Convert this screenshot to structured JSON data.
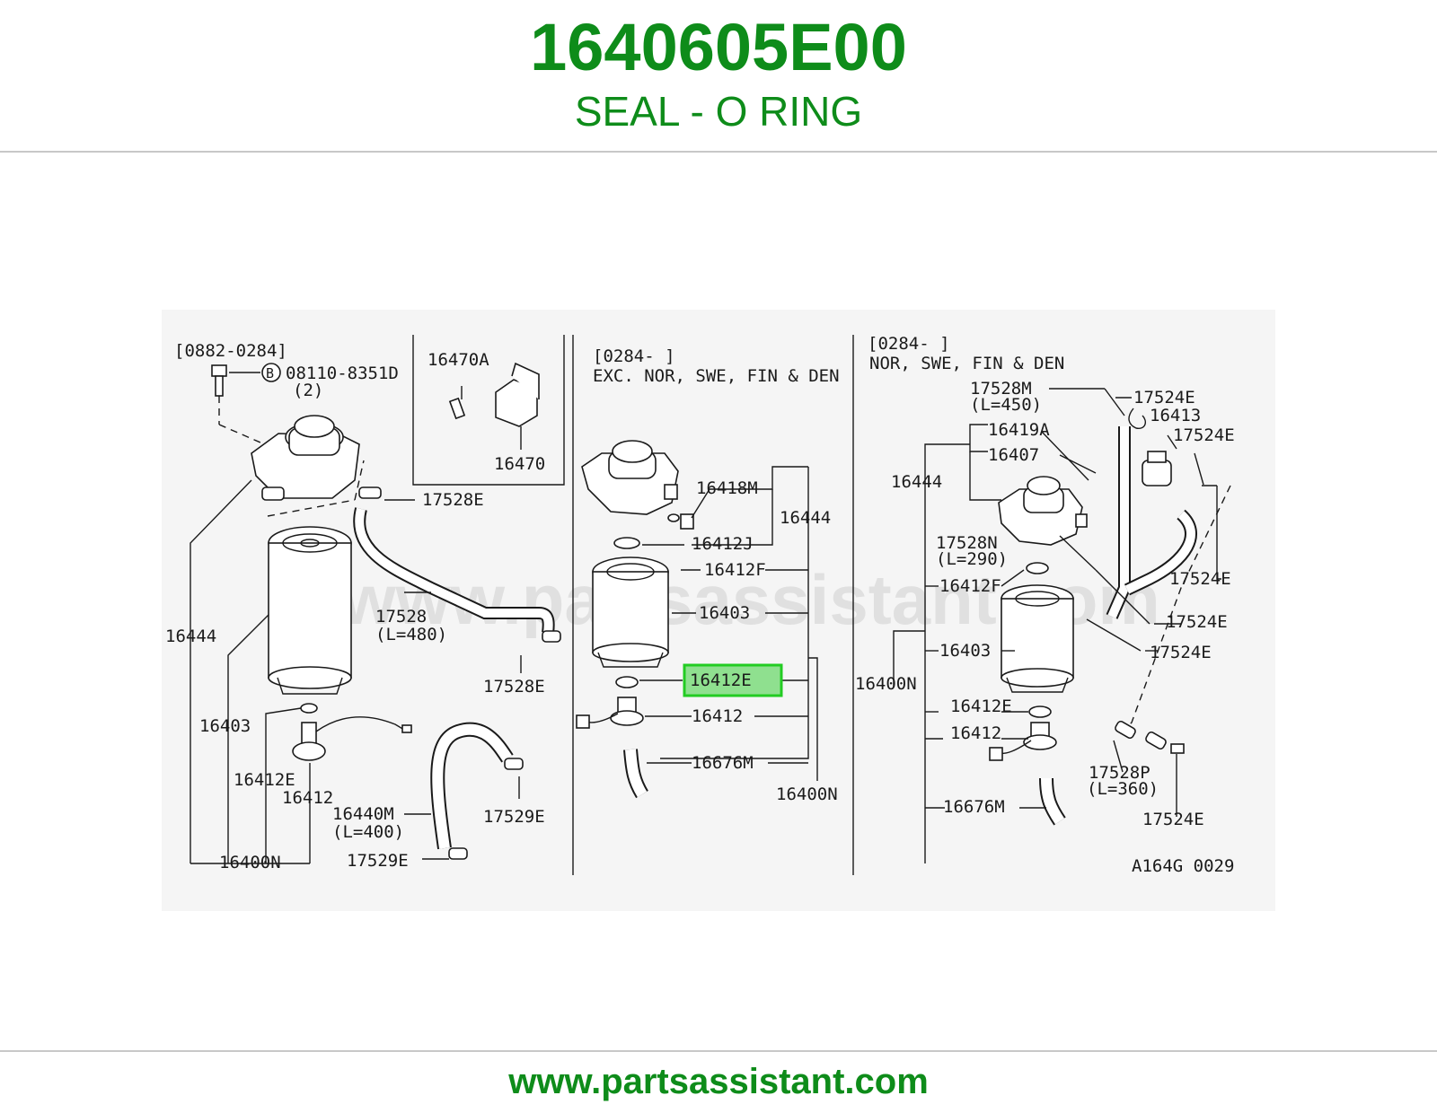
{
  "header": {
    "part_number": "1640605E00",
    "part_name": "SEAL - O RING"
  },
  "footer": {
    "url": "www.partsassistant.com"
  },
  "diagram": {
    "watermark": "www.partsassistant.com",
    "ref_code": "A164G 0029",
    "highlight_color": "#22cc22",
    "panel_left": {
      "range": "[0882-0284]",
      "bolt_symbol": "B",
      "bolt_part": "08110-8351D",
      "bolt_qty": "(2)",
      "labels": {
        "p16444": "16444",
        "p17528e_a": "17528E",
        "p17528": "17528",
        "p17528_len": "(L=480)",
        "p17528e_b": "17528E",
        "p16403": "16403",
        "p16412e": "16412E",
        "p16412": "16412",
        "p16440m": "16440M",
        "p16440m_len": "(L=400)",
        "p17529e_a": "17529E",
        "p17529e_b": "17529E",
        "p16400n": "16400N"
      }
    },
    "panel_inset": {
      "p16470a": "16470A",
      "p16470": "16470"
    },
    "panel_middle": {
      "range": "[0284-     ]",
      "note": "EXC. NOR, SWE, FIN & DEN",
      "labels": {
        "p16418m": "16418M",
        "p16444": "16444",
        "p16412j": "16412J",
        "p16412f": "16412F",
        "p16403": "16403",
        "p16412e": "16412E",
        "p16412": "16412",
        "p16676m": "16676M",
        "p16400n": "16400N"
      }
    },
    "panel_right": {
      "range": "[0284-     ]",
      "note": "NOR, SWE, FIN & DEN",
      "labels": {
        "p17528m": "17528M",
        "p17528m_len": "(L=450)",
        "p17524e_a": "17524E",
        "p16413": "16413",
        "p16419a": "16419A",
        "p17524e_b": "17524E",
        "p16407": "16407",
        "p16444": "16444",
        "p17528n": "17528N",
        "p17528n_len": "(L=290)",
        "p16412f": "16412F",
        "p17524e_c": "17524E",
        "p17524e_d": "17524E",
        "p16403": "16403",
        "p17524e_e": "17524E",
        "p16400n": "16400N",
        "p16412e": "16412E",
        "p16412": "16412",
        "p17528p": "17528P",
        "p17528p_len": "(L=360)",
        "p16676m": "16676M",
        "p17524e_f": "17524E"
      }
    }
  }
}
